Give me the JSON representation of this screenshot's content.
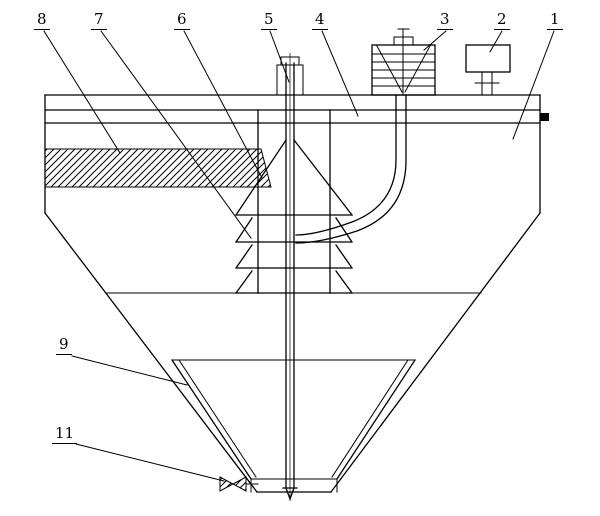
{
  "colors": {
    "line": "#000000",
    "background": "#ffffff"
  },
  "diagram": {
    "callouts": [
      {
        "label": "8"
      },
      {
        "label": "7"
      },
      {
        "label": "6"
      },
      {
        "label": "5"
      },
      {
        "label": "4"
      },
      {
        "label": "3"
      },
      {
        "label": "2"
      },
      {
        "label": "1"
      },
      {
        "label": "9"
      },
      {
        "label": "11"
      }
    ]
  }
}
